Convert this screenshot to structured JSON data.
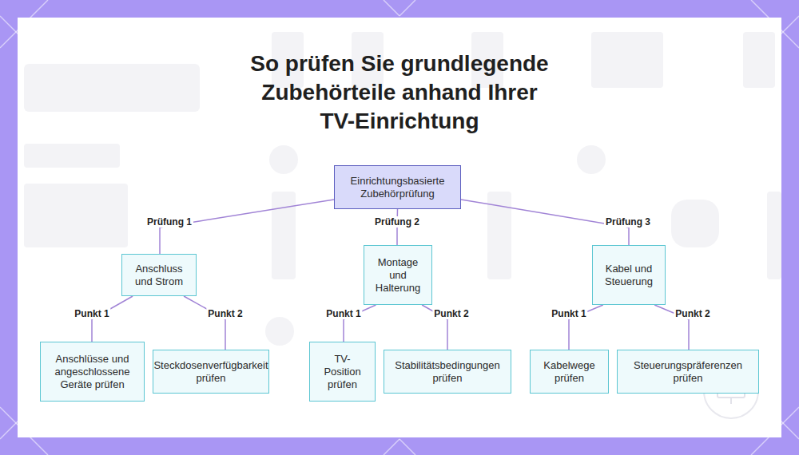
{
  "diagram": {
    "title": "So prüfen Sie grundlegende Zubehörteile anhand Ihrer TV-Einrichtung",
    "nodes": [
      {
        "text": [
          "Einrichtungsbasierte Zubehörprüfung"
        ]
      },
      {
        "text": [
          "Anschluss und Strom"
        ]
      },
      {
        "text": [
          "Montage und Halterung"
        ]
      },
      {
        "text": [
          "Kabel und Steuerung"
        ]
      },
      {
        "text": [
          "Anschlüsse und angeschlossene Geräte prüfen"
        ]
      },
      {
        "text": [
          "Steckdosenverfügbarkeit prüfen"
        ]
      },
      {
        "text": [
          "TV-Position prüfen"
        ]
      },
      {
        "text": [
          "Stabilitätsbedingungen prüfen"
        ]
      },
      {
        "text": [
          "Kabelwege prüfen"
        ]
      },
      {
        "text": [
          "Steuerungspräferenzen prüfen"
        ]
      }
    ],
    "edges": [
      {
        "from": 0,
        "to": 1,
        "arrow": "none",
        "label": "Prüfung 1"
      },
      {
        "from": 0,
        "to": 2,
        "arrow": "none",
        "label": "Prüfung 2"
      },
      {
        "from": 0,
        "to": 3,
        "arrow": "none",
        "label": "Prüfung 3"
      },
      {
        "from": 1,
        "to": 4,
        "arrow": "none",
        "label": "Punkt 1"
      },
      {
        "from": 1,
        "to": 5,
        "arrow": "none",
        "label": "Punkt 2"
      },
      {
        "from": 2,
        "to": 6,
        "arrow": "none",
        "label": "Punkt 1"
      },
      {
        "from": 2,
        "to": 7,
        "arrow": "none",
        "label": "Punkt 2"
      },
      {
        "from": 3,
        "to": 8,
        "arrow": "none",
        "label": "Punkt 1"
      },
      {
        "from": 3,
        "to": 9,
        "arrow": "none",
        "label": "Punkt 2"
      }
    ]
  }
}
